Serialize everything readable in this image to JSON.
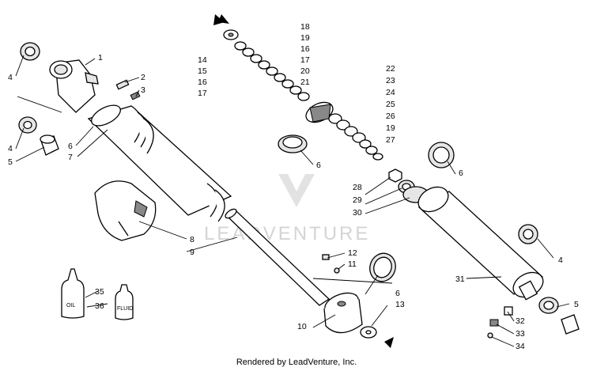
{
  "watermark": "LEADVENTURE",
  "footer": "Rendered by LeadVenture, Inc.",
  "fluid_labels": {
    "oil": "OIL",
    "fluid": "FLUID"
  },
  "callouts": [
    "1",
    "2",
    "3",
    "4",
    "4",
    "5",
    "6",
    "7",
    "8",
    "9",
    "18",
    "19",
    "16",
    "17",
    "20",
    "21",
    "14",
    "15",
    "16",
    "17",
    "22",
    "23",
    "24",
    "25",
    "26",
    "19",
    "27",
    "6",
    "28",
    "29",
    "30",
    "6",
    "12",
    "11",
    "6",
    "13",
    "10",
    "35",
    "36",
    "31",
    "4",
    "5",
    "32",
    "33",
    "34"
  ]
}
